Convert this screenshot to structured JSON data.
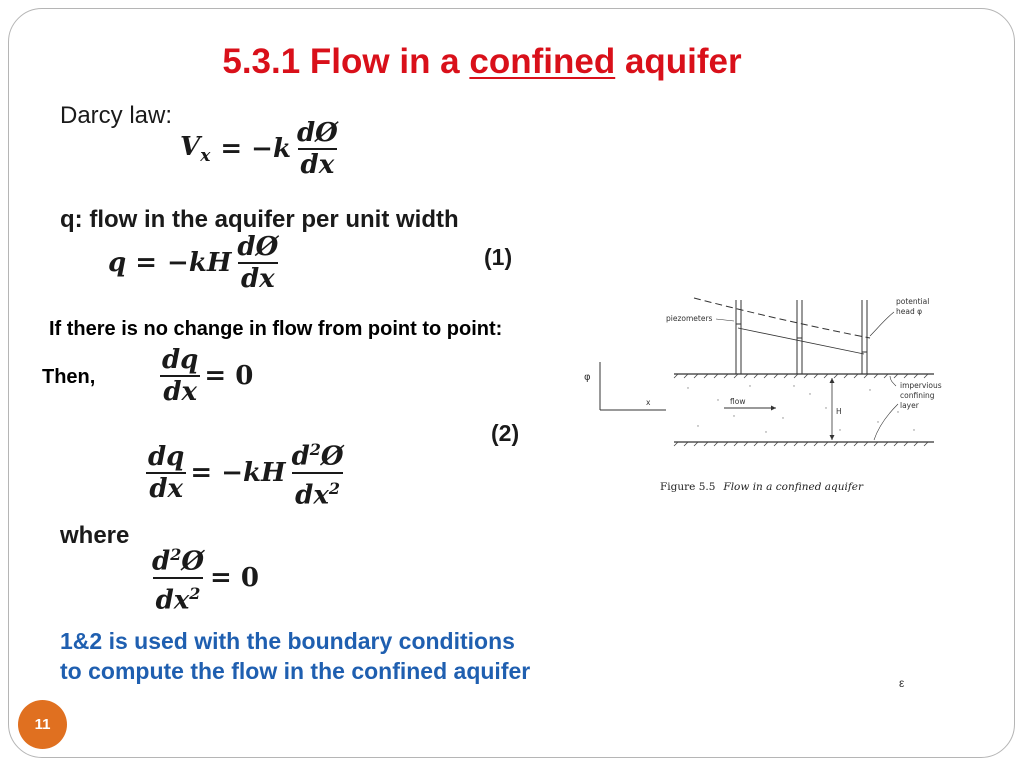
{
  "title": {
    "prefix": "5.3.1  Flow in a ",
    "underlined": "confined",
    "suffix": " aquifer"
  },
  "darcy": {
    "heading": "Darcy law:",
    "lhs_base": "V",
    "lhs_sub": "x",
    "eq": "= −k",
    "num": "dØ",
    "den": "dx"
  },
  "q_def": {
    "heading": "q: flow in the aquifer per unit width",
    "lhs": "q =",
    "rhs": "−kH",
    "num": "dØ",
    "den": "dx",
    "eq_no": "(1)"
  },
  "no_change": "If there is no change in flow from point to point:",
  "then": {
    "label": "Then,",
    "num": "dq",
    "den": "dx",
    "rhs": "= 0"
  },
  "eq2": {
    "lhs_num": "dq",
    "lhs_den": "dx",
    "mid": "= −kH",
    "num_base": "d",
    "num_sup": "2",
    "num_tail": "Ø",
    "den_base": "dx",
    "den_sup": "2",
    "eq_no": "(2)"
  },
  "where": {
    "label": "where",
    "num_base": "d",
    "num_sup": "2",
    "num_tail": "Ø",
    "den_base": "dx",
    "den_sup": "2",
    "rhs": "= 0"
  },
  "conclusion": {
    "line1": "1&2 is used with the boundary conditions",
    "line2": "to compute the flow in the confined aquifer"
  },
  "figure": {
    "phi_axis": "φ",
    "x_axis": "x",
    "piezometers": "piezometers",
    "potential": "potential",
    "head": "head φ",
    "impervious": "impervious",
    "confining": "confining",
    "layer": "layer",
    "flow": "flow",
    "H": "H",
    "caption_prefix": "Figure 5.5",
    "caption_text": "Flow in a confined aquifer"
  },
  "stray_mark": "ε",
  "slide_number": "11",
  "colors": {
    "title": "#d9101a",
    "body": "#1a1a1a",
    "blue": "#1f5fb0",
    "badge": "#e07020",
    "frame": "#b5b5b5"
  }
}
